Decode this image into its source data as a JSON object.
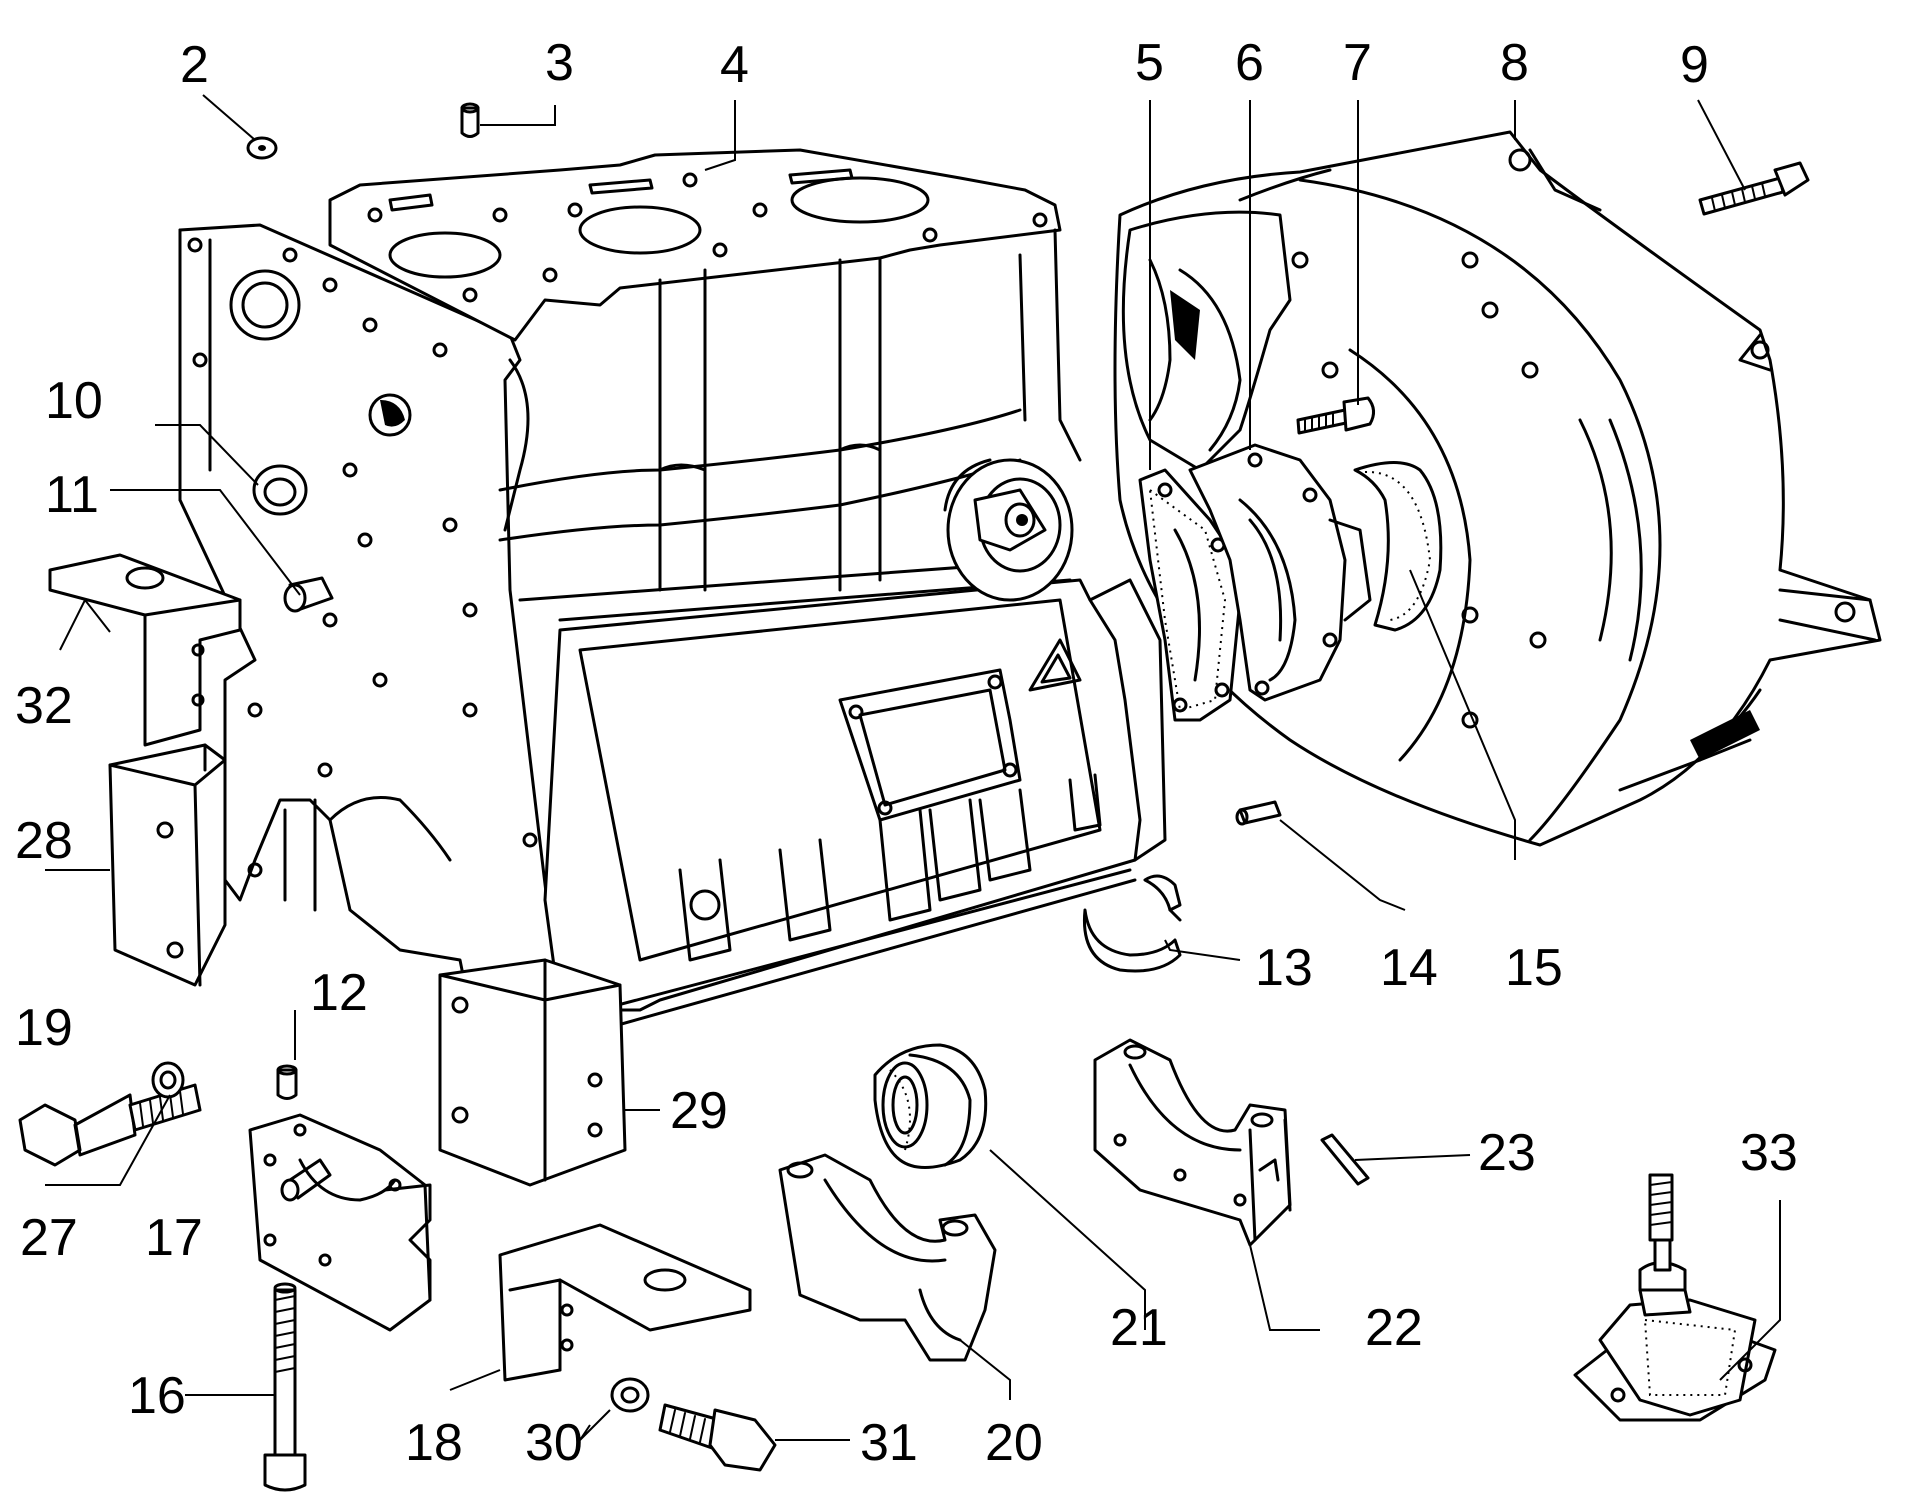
{
  "labels": {
    "l2": "2",
    "l3": "3",
    "l4": "4",
    "l5": "5",
    "l6": "6",
    "l7": "7",
    "l8": "8",
    "l9": "9",
    "l10": "10",
    "l11": "11",
    "l12": "12",
    "l13": "13",
    "l14": "14",
    "l15": "15",
    "l16": "16",
    "l17": "17",
    "l18": "18",
    "l19": "19",
    "l20": "20",
    "l21": "21",
    "l22": "22",
    "l23": "23",
    "l27": "27",
    "l28": "28",
    "l29": "29",
    "l30": "30",
    "l31": "31",
    "l32": "32",
    "l33": "33"
  }
}
